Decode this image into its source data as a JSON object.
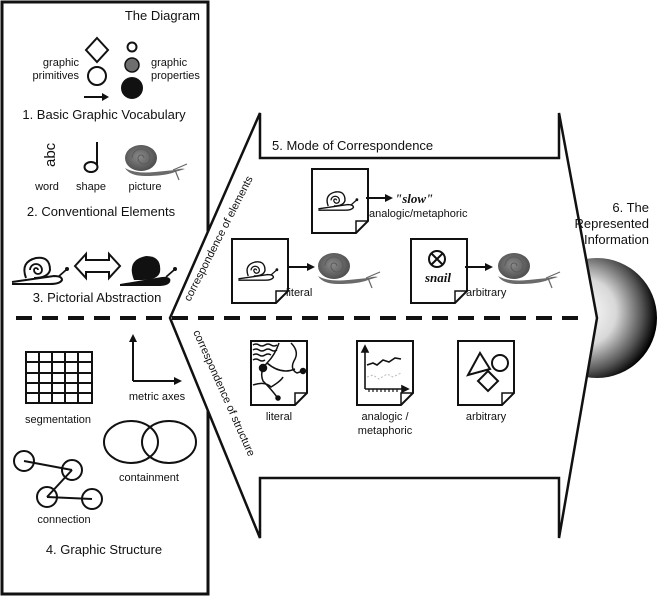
{
  "diagram": {
    "title": "The Diagram",
    "colors": {
      "ink": "#111111",
      "snail_photo": "#6e6e6e",
      "mid_gray": "#777777",
      "background": "#ffffff"
    },
    "section1": {
      "heading": "1. Basic Graphic Vocabulary",
      "primitives_label_1": "graphic",
      "primitives_label_2": "primitives",
      "properties_label_1": "graphic",
      "properties_label_2": "properties",
      "primitive_icons": [
        "diamond-icon",
        "circle-icon",
        "arrow-icon"
      ],
      "property_icons": [
        "small-circle-icon",
        "gray-circle-icon",
        "large-black-circle-icon"
      ]
    },
    "section2": {
      "heading": "2. Conventional Elements",
      "word_glyph": "abc",
      "items": [
        "word",
        "shape",
        "picture"
      ]
    },
    "section3": {
      "heading": "3. Pictorial Abstraction"
    },
    "section4": {
      "heading": "4. Graphic Structure",
      "items": [
        "segmentation",
        "metric axes",
        "containment",
        "connection"
      ]
    },
    "section5": {
      "heading": "5. Mode of Correspondence",
      "elements_side_label": "correspondence of elements",
      "structure_side_label": "correspondence of structure",
      "elements": {
        "analogic_word": "\"slow\"",
        "analogic_label": "analogic/metaphoric",
        "literal_label": "literal",
        "arbitrary_word": "snail",
        "arbitrary_label": "arbitrary"
      },
      "structure": {
        "literal_label": "literal",
        "analogic_label_1": "analogic /",
        "analogic_label_2": "metaphoric",
        "arbitrary_label": "arbitrary"
      }
    },
    "section6": {
      "heading_1": "6. The",
      "heading_2": "Represented",
      "heading_3": "Information"
    }
  }
}
